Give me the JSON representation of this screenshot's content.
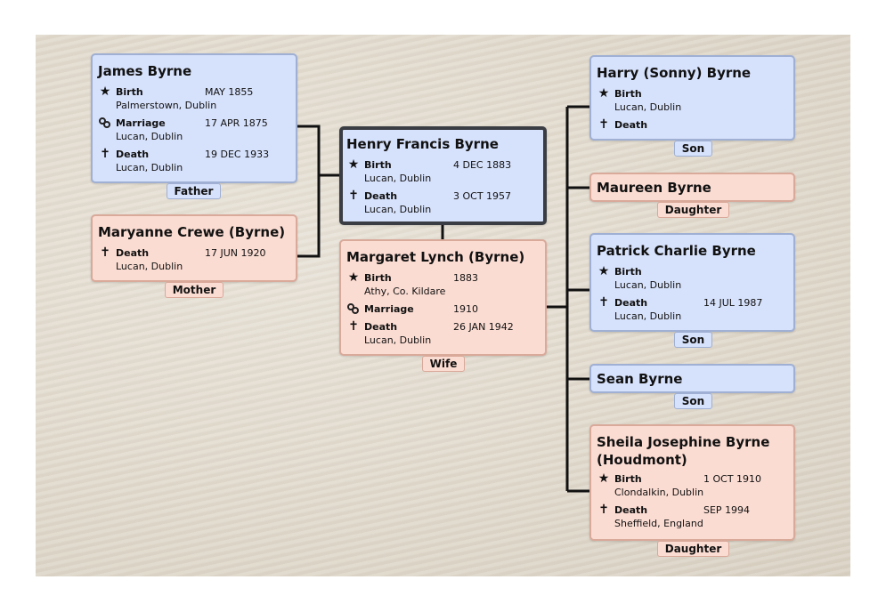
{
  "cards": {
    "james": {
      "name": "James Byrne",
      "events": [
        {
          "type": "Birth",
          "date": "MAY 1855",
          "place": "Palmerstown, Dublin"
        },
        {
          "type": "Marriage",
          "date": "17 APR 1875",
          "place": "Lucan, Dublin"
        },
        {
          "type": "Death",
          "date": "19 DEC 1933",
          "place": "Lucan, Dublin"
        }
      ],
      "relation": "Father"
    },
    "maryanne": {
      "name": "Maryanne Crewe (Byrne)",
      "events": [
        {
          "type": "Death",
          "date": "17 JUN 1920",
          "place": "Lucan, Dublin"
        }
      ],
      "relation": "Mother"
    },
    "henry": {
      "name": "Henry Francis Byrne",
      "events": [
        {
          "type": "Birth",
          "date": "4 DEC 1883",
          "place": "Lucan, Dublin"
        },
        {
          "type": "Death",
          "date": "3 OCT 1957",
          "place": "Lucan, Dublin"
        }
      ]
    },
    "margaret": {
      "name": "Margaret Lynch (Byrne)",
      "events": [
        {
          "type": "Birth",
          "date": "1883",
          "place": "Athy, Co. Kildare"
        },
        {
          "type": "Marriage",
          "date": "1910",
          "place": ""
        },
        {
          "type": "Death",
          "date": "26 JAN 1942",
          "place": "Lucan, Dublin"
        }
      ],
      "relation": "Wife"
    },
    "harry": {
      "name": "Harry (Sonny) Byrne",
      "events": [
        {
          "type": "Birth",
          "date": "",
          "place": "Lucan, Dublin"
        },
        {
          "type": "Death",
          "date": "",
          "place": ""
        }
      ],
      "relation": "Son"
    },
    "maureen": {
      "name": "Maureen Byrne",
      "events": [],
      "relation": "Daughter"
    },
    "patrick": {
      "name": "Patrick Charlie Byrne",
      "events": [
        {
          "type": "Birth",
          "date": "",
          "place": "Lucan, Dublin"
        },
        {
          "type": "Death",
          "date": "14 JUL 1987",
          "place": "Lucan, Dublin"
        }
      ],
      "relation": "Son"
    },
    "sean": {
      "name": "Sean Byrne",
      "events": [],
      "relation": "Son"
    },
    "sheila": {
      "name_line1": "Sheila Josephine Byrne",
      "name_line2": "(Houdmont)",
      "events": [
        {
          "type": "Birth",
          "date": "1 OCT 1910",
          "place": "Clondalkin, Dublin"
        },
        {
          "type": "Death",
          "date": "SEP 1994",
          "place": "Sheffield, England"
        }
      ],
      "relation": "Daughter"
    }
  },
  "icons": {
    "birth": "star-icon",
    "marriage": "wedding-rings-icon",
    "death": "cross-icon"
  },
  "colors": {
    "male_fill": "#d6e1fb",
    "female_fill": "#fbdcd2",
    "focus_border": "#3a3d43",
    "connector": "#111111"
  }
}
